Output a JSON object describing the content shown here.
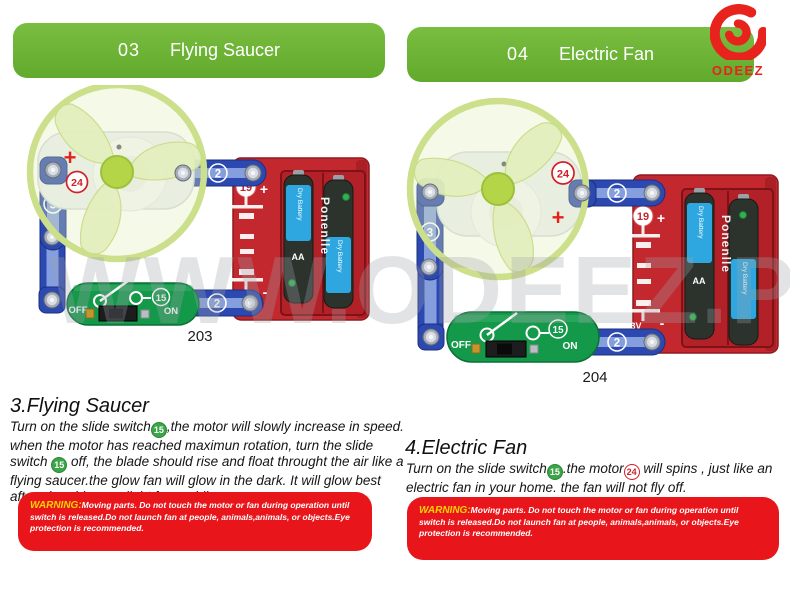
{
  "logo": {
    "name": "ODEEZ"
  },
  "watermark": "WWW.ODEEZ.PK",
  "left": {
    "banner": {
      "number": "03",
      "title": "Flying Saucer"
    },
    "caption": "203",
    "section": {
      "heading": "3.Flying Saucer",
      "seg1": "Turn on the slide switch",
      "badge1": "15",
      "seg2": ",the motor will slowly increase in speed. when the motor has reached maximun rotation, turn the slide switch ",
      "badge2": "15",
      "seg3": " off, the blade should rise and float throught the air like a flying saucer.the glow fan will glow in the dark. It will glow best after absorbing sunlight for a while."
    },
    "warning": {
      "label": "WARNING:",
      "text": "Moving parts. Do not touch the motor or fan during operation until switch is released.Do not launch fan at people, animals,animals, or objects.Eye protection is recommended."
    }
  },
  "right": {
    "banner": {
      "number": "04",
      "title": "Electric Fan"
    },
    "caption": "204",
    "section": {
      "heading": "4.Electric Fan",
      "seg1": "Turn on the slide switch",
      "badge1": "15",
      "seg2": ".the motor",
      "badge2": "24",
      "seg3": " will spins , just like an electric fan in your home. the fan will not fly off."
    },
    "warning": {
      "label": "WARNING:",
      "text": "Moving parts. Do not touch the motor or fan during operation until switch is released.Do not launch fan at people, animals,animals, or objects.Eye protection is recommended."
    }
  },
  "circuit": {
    "connector2": "2",
    "connector3": "3",
    "switch15": "15",
    "battery19": "19",
    "motor24": "24",
    "plus": "+",
    "minus": "-",
    "off": "OFF",
    "on": "ON",
    "volts": "3V",
    "aa": "AA",
    "dry_battery": "Dry Battery",
    "brand": "Ponenlle"
  }
}
